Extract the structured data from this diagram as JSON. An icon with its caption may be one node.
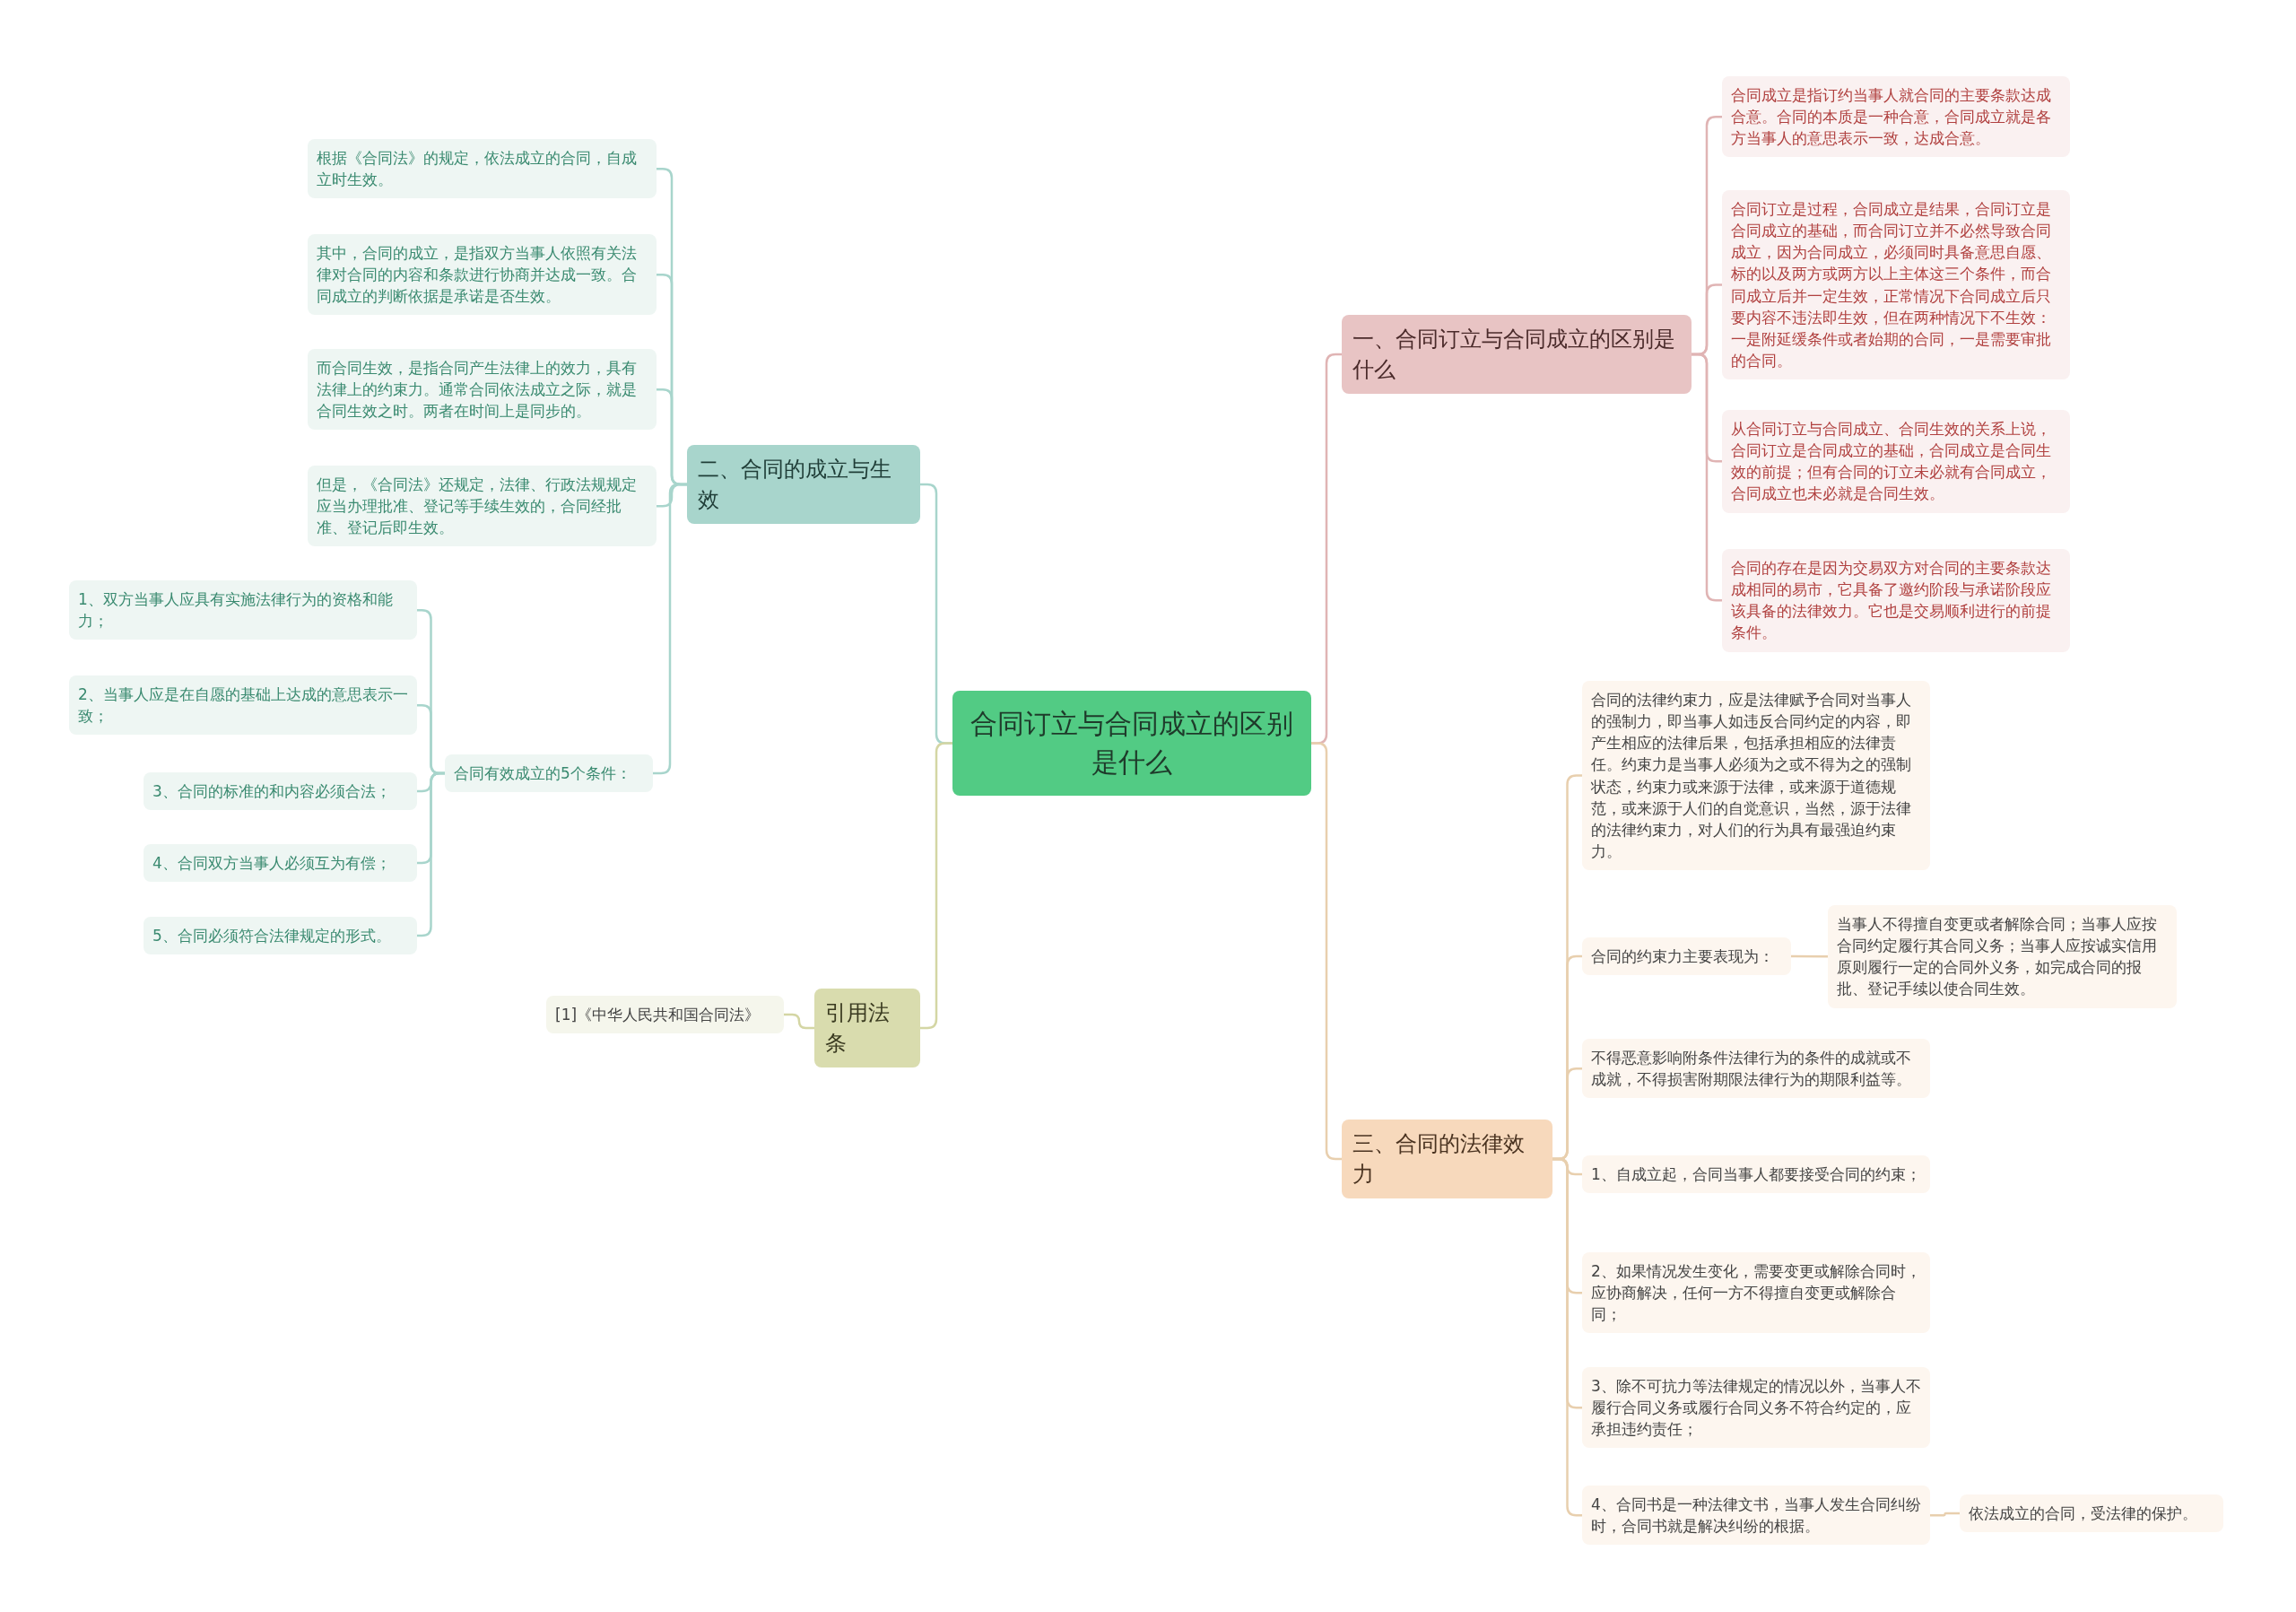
{
  "diagram": {
    "nodes": [
      {
        "text": [
          "合同订立与合同成立的区别是什么"
        ]
      },
      {
        "text": [
          "一、合同订立与合同成立的区别是什么"
        ]
      },
      {
        "text": [
          "合同成立是指订约当事人就合同的主要条款达成合意。合同的本质是一种合意，合同成立就是各方当事人的意思表示一致，达成合意。"
        ]
      },
      {
        "text": [
          "合同订立是过程，合同成立是结果，合同订立是合同成立的基础，而合同订立并不必然导致合同成立，因为合同成立，必须同时具备意思自愿、标的以及两方或两方以上主体这三个条件，而合同成立后并一定生效，正常情况下合同成立后只要内容不违法即生效，但在两种情况下不生效：一是附延缓条件或者始期的合同，一是需要审批的合同。"
        ]
      },
      {
        "text": [
          "从合同订立与合同成立、合同生效的关系上说，合同订立是合同成立的基础，合同成立是合同生效的前提；但有合同的订立未必就有合同成立，合同成立也未必就是合同生效。"
        ]
      },
      {
        "text": [
          "合同的存在是因为交易双方对合同的主要条款达成相同的易市，它具备了邀约阶段与承诺阶段应该具备的法律效力。它也是交易顺利进行的前提条件。"
        ]
      },
      {
        "text": [
          "二、合同的成立与生效"
        ]
      },
      {
        "text": [
          "根据《合同法》的规定，依法成立的合同，自成立时生效。"
        ]
      },
      {
        "text": [
          "其中，合同的成立，是指双方当事人依照有关法律对合同的内容和条款进行协商并达成一致。合同成立的判断依据是承诺是否生效。"
        ]
      },
      {
        "text": [
          "而合同生效，是指合同产生法律上的效力，具有法律上的约束力。通常合同依法成立之际，就是合同生效之时。两者在时间上是同步的。"
        ]
      },
      {
        "text": [
          "但是，《合同法》还规定，法律、行政法规规定应当办理批准、登记等手续生效的，合同经批准、登记后即生效。"
        ]
      },
      {
        "text": [
          "合同有效成立的5个条件："
        ]
      },
      {
        "text": [
          "1、双方当事人应具有实施法律行为的资格和能力；"
        ]
      },
      {
        "text": [
          "2、当事人应是在自愿的基础上达成的意思表示一致；"
        ]
      },
      {
        "text": [
          "3、合同的标准的和内容必须合法；"
        ]
      },
      {
        "text": [
          "4、合同双方当事人必须互为有偿；"
        ]
      },
      {
        "text": [
          "5、合同必须符合法律规定的形式。"
        ]
      },
      {
        "text": [
          "引用法条"
        ]
      },
      {
        "text": [
          "[1]《中华人民共和国合同法》"
        ]
      },
      {
        "text": [
          "三、合同的法律效力"
        ]
      },
      {
        "text": [
          "合同的法律约束力，应是法律赋予合同对当事人的强制力，即当事人如违反合同约定的内容，即产生相应的法律后果，包括承担相应的法律责任。约束力是当事人必须为之或不得为之的强制状态，约束力或来源于法律，或来源于道德规范，或来源于人们的自觉意识，当然，源于法律的法律约束力，对人们的行为具有最强迫约束力。"
        ]
      },
      {
        "text": [
          "合同的约束力主要表现为："
        ]
      },
      {
        "text": [
          "当事人不得擅自变更或者解除合同；当事人应按合同约定履行其合同义务；当事人应按诚实信用原则履行一定的合同外义务，如完成合同的报批、登记手续以使合同生效。"
        ]
      },
      {
        "text": [
          "不得恶意影响附条件法律行为的条件的成就或不成就，不得损害附期限法律行为的期限利益等。"
        ]
      },
      {
        "text": [
          "1、自成立起，合同当事人都要接受合同的约束；"
        ]
      },
      {
        "text": [
          "2、如果情况发生变化，需要变更或解除合同时，应协商解决，任何一方不得擅自变更或解除合同；"
        ]
      },
      {
        "text": [
          "3、除不可抗力等法律规定的情况以外，当事人不履行合同义务或履行合同义务不符合约定的，应承担违约责任；"
        ]
      },
      {
        "text": [
          "4、合同书是一种法律文书，当事人发生合同纠纷时，合同书就是解决纠纷的根据。"
        ]
      },
      {
        "text": [
          "依法成立的合同，受法律的保护。"
        ]
      }
    ],
    "edges": [
      {
        "from": 0,
        "to": 1,
        "arrow": "none",
        "color": "#e0b4b4"
      },
      {
        "from": 1,
        "to": 2,
        "arrow": "none",
        "color": "#e0b4b4"
      },
      {
        "from": 1,
        "to": 3,
        "arrow": "none",
        "color": "#e0b4b4"
      },
      {
        "from": 1,
        "to": 4,
        "arrow": "none",
        "color": "#e0b4b4"
      },
      {
        "from": 1,
        "to": 5,
        "arrow": "none",
        "color": "#e0b4b4"
      },
      {
        "from": 0,
        "to": 6,
        "arrow": "none"
      },
      {
        "from": 6,
        "to": 7,
        "arrow": "none"
      },
      {
        "from": 6,
        "to": 8,
        "arrow": "none"
      },
      {
        "from": 6,
        "to": 9,
        "arrow": "none"
      },
      {
        "from": 6,
        "to": 10,
        "arrow": "none"
      },
      {
        "from": 6,
        "to": 11,
        "arrow": "none"
      },
      {
        "from": 11,
        "to": 12,
        "arrow": "none"
      },
      {
        "from": 11,
        "to": 13,
        "arrow": "none"
      },
      {
        "from": 11,
        "to": 14,
        "arrow": "none"
      },
      {
        "from": 11,
        "to": 15,
        "arrow": "none"
      },
      {
        "from": 11,
        "to": 16,
        "arrow": "none"
      },
      {
        "from": 0,
        "to": 17,
        "arrow": "none",
        "color": "#d4d6a4"
      },
      {
        "from": 17,
        "to": 18,
        "arrow": "none",
        "color": "#d4d6a4"
      },
      {
        "from": 0,
        "to": 19,
        "arrow": "none",
        "color": "#e8cfae"
      },
      {
        "from": 19,
        "to": 20,
        "arrow": "none",
        "color": "#e8cfae"
      },
      {
        "from": 19,
        "to": 21,
        "arrow": "none",
        "color": "#e8cfae"
      },
      {
        "from": 21,
        "to": 22,
        "arrow": "none",
        "color": "#e8cfae"
      },
      {
        "from": 19,
        "to": 23,
        "arrow": "none",
        "color": "#e8cfae"
      },
      {
        "from": 19,
        "to": 24,
        "arrow": "none",
        "color": "#e8cfae"
      },
      {
        "from": 19,
        "to": 25,
        "arrow": "none",
        "color": "#e8cfae"
      },
      {
        "from": 19,
        "to": 26,
        "arrow": "none",
        "color": "#e8cfae"
      },
      {
        "from": 19,
        "to": 27,
        "arrow": "none",
        "color": "#e8cfae"
      },
      {
        "from": 27,
        "to": 28,
        "arrow": "none",
        "color": "#e8cfae"
      }
    ]
  }
}
